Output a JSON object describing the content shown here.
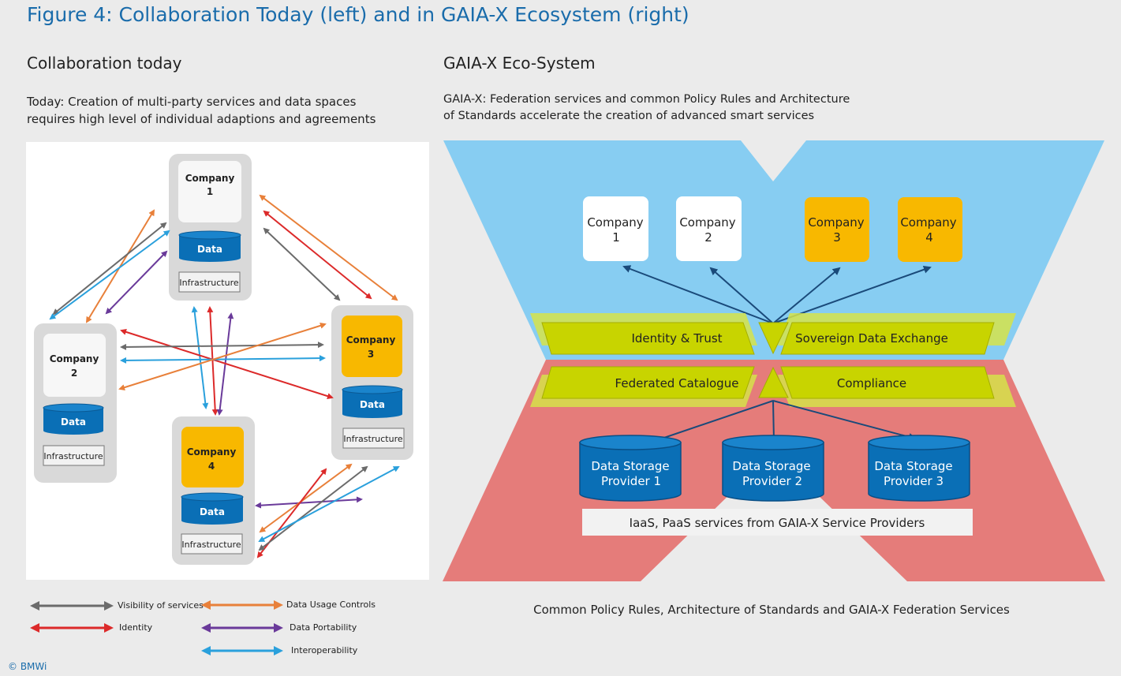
{
  "figure_title": "Figure 4: Collaboration Today (left) and in GAIA-X Ecosystem (right)",
  "left": {
    "title": "Collaboration today",
    "subtitle_line1": "Today: Creation of multi-party services and data spaces",
    "subtitle_line2": "requires high level of individual adaptions and agreements",
    "companies": [
      {
        "name_line1": "Company",
        "name_line2": "1",
        "data": "Data",
        "infra": "Infrastructure"
      },
      {
        "name_line1": "Company",
        "name_line2": "2",
        "data": "Data",
        "infra": "Infrastructure"
      },
      {
        "name_line1": "Company",
        "name_line2": "3",
        "data": "Data",
        "infra": "Infrastructure"
      },
      {
        "name_line1": "Company",
        "name_line2": "4",
        "data": "Data",
        "infra": "Infrastructure"
      }
    ],
    "colors": {
      "gray": "#6b6b6b",
      "orange": "#e8803a",
      "red": "#dc2a2a",
      "purple": "#6a3a9a",
      "blue": "#2aa0dc",
      "company_white": "#f7f7f7",
      "company_yellow": "#f8b800",
      "data": "#0a6fb6"
    },
    "legend": [
      {
        "label": "Visibility of services",
        "color": "#6b6b6b"
      },
      {
        "label": "Data Usage Controls",
        "color": "#e8803a"
      },
      {
        "label": "Identity",
        "color": "#dc2a2a"
      },
      {
        "label": "Data Portability",
        "color": "#6a3a9a"
      },
      {
        "label": "Interoperability",
        "color": "#2aa0dc"
      }
    ]
  },
  "right": {
    "title": "GAIA-X Eco-System",
    "subtitle_line1": "GAIA-X: Federation services and common Policy Rules and Architecture",
    "subtitle_line2": "of Standards accelerate the creation of advanced smart services",
    "companies": [
      {
        "line1": "Company",
        "line2": "1",
        "color": "#ffffff"
      },
      {
        "line1": "Company",
        "line2": "2",
        "color": "#ffffff"
      },
      {
        "line1": "Company",
        "line2": "3",
        "color": "#f8b800"
      },
      {
        "line1": "Company",
        "line2": "4",
        "color": "#f8b800"
      }
    ],
    "services": {
      "identity": "Identity & Trust",
      "sovereign": "Sovereign Data Exchange",
      "catalogue": "Federated Catalogue",
      "compliance": "Compliance"
    },
    "providers": [
      {
        "line1": "Data Storage",
        "line2": "Provider 1"
      },
      {
        "line1": "Data Storage",
        "line2": "Provider 2"
      },
      {
        "line1": "Data Storage",
        "line2": "Provider 3"
      }
    ],
    "iaas": "IaaS, PaaS services from GAIA-X Service Providers",
    "colors": {
      "top_blue": "#87cdf2",
      "bottom_red": "#e57c7a",
      "service_green": "#c8d400",
      "arrow": "#1a4a7a",
      "provider": "#0a6fb6"
    }
  },
  "bottom_caption": "Common Policy Rules, Architecture of Standards and GAIA-X Federation Services",
  "copyright": "© BMWi"
}
